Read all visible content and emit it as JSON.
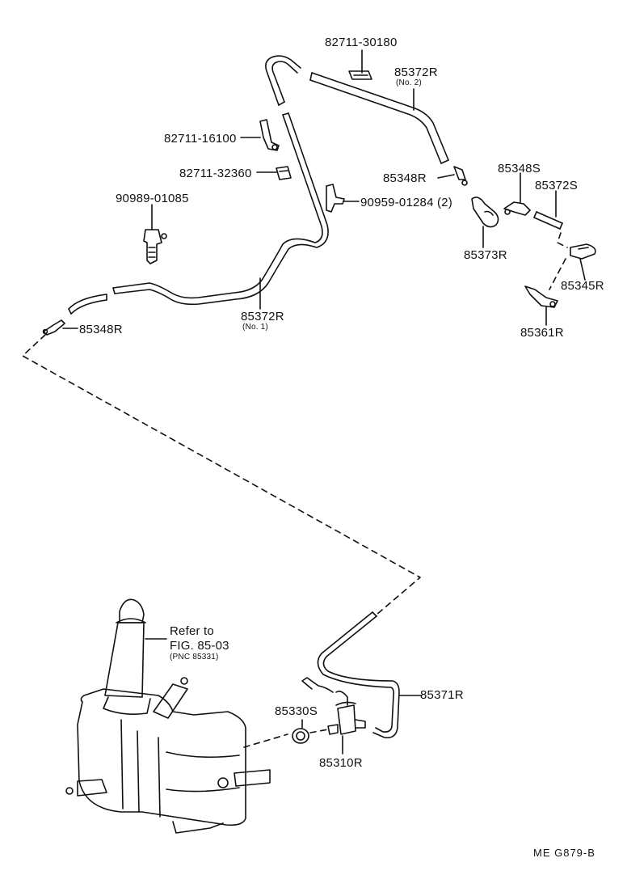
{
  "labels": {
    "p82711_30180": "82711-30180",
    "p85372R_no2": "85372R",
    "p85372R_no2_note": "(No. 2)",
    "p82711_16100": "82711-16100",
    "p82711_32360": "82711-32360",
    "p90989_01085": "90989-01085",
    "p85348R_top": "85348R",
    "p90959_01284": "90959-01284 (2)",
    "p85348S": "85348S",
    "p85372S": "85372S",
    "p85373R": "85373R",
    "p85345R": "85345R",
    "p85361R": "85361R",
    "p85372R_no1": "85372R",
    "p85372R_no1_note": "(No. 1)",
    "p85348R_left": "85348R",
    "refer_line1": "Refer to",
    "refer_line2": "FIG. 85-03",
    "refer_line3": "(PNC 85331)",
    "p85371R": "85371R",
    "p85330S": "85330S",
    "p85310R": "85310R",
    "figure_code": "ME  G879-B"
  }
}
